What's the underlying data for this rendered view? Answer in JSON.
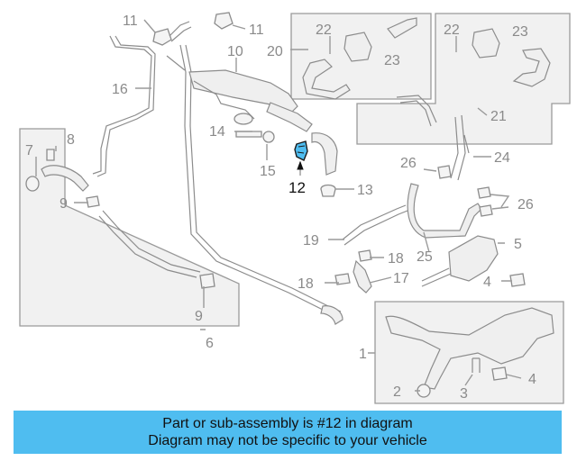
{
  "callouts": {
    "c1": "1",
    "c2": "2",
    "c3": "3",
    "c4a": "4",
    "c4b": "4",
    "c5": "5",
    "c6": "6",
    "c7": "7",
    "c8": "8",
    "c9a": "9",
    "c9b": "9",
    "c10": "10",
    "c11a": "11",
    "c11b": "11",
    "c12": "12",
    "c13": "13",
    "c14": "14",
    "c15": "15",
    "c16": "16",
    "c17": "17",
    "c18a": "18",
    "c18b": "18",
    "c19": "19",
    "c20": "20",
    "c21": "21",
    "c22a": "22",
    "c22b": "22",
    "c23a": "23",
    "c23b": "23",
    "c24": "24",
    "c25": "25",
    "c26a": "26",
    "c26b": "26"
  },
  "highlight_color": "#4fbdf0",
  "banner": {
    "line1": "Part or sub-assembly is #12 in diagram",
    "line2": "Diagram may not be specific to your vehicle",
    "color": "#4fbdf0"
  }
}
